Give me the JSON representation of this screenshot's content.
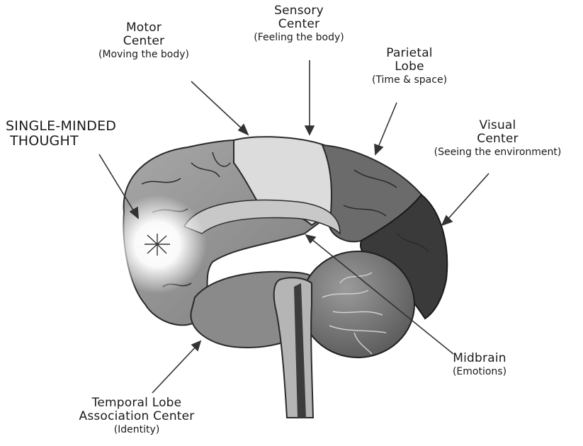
{
  "labels": {
    "motor": {
      "title": "Motor",
      "title2": "Center",
      "sub": "(Moving the body)"
    },
    "sensory": {
      "title": "Sensory",
      "title2": "Center",
      "sub": "(Feeling the body)"
    },
    "parietal": {
      "title": "Parietal",
      "title2": "Lobe",
      "sub": "(Time & space)"
    },
    "thought": {
      "title": "SINGLE-MINDED",
      "title2": "THOUGHT"
    },
    "visual": {
      "title": "Visual",
      "title2": "Center",
      "sub": "(Seeing the environment)"
    },
    "midbrain": {
      "title": "Midbrain",
      "sub": "(Emotions)"
    },
    "temporal": {
      "title": "Temporal Lobe",
      "title2": "Association Center",
      "sub": "(Identity)"
    }
  },
  "colors": {
    "frontal": "#8f8f8f",
    "sensory": "#dcdcdc",
    "parietal": "#6b6b6b",
    "occipital": "#3a3a3a",
    "cerebellum": "#7a7a7a",
    "stem": "#b5b5b5",
    "glow": "#ffffff",
    "text": "#1a1a1a"
  }
}
